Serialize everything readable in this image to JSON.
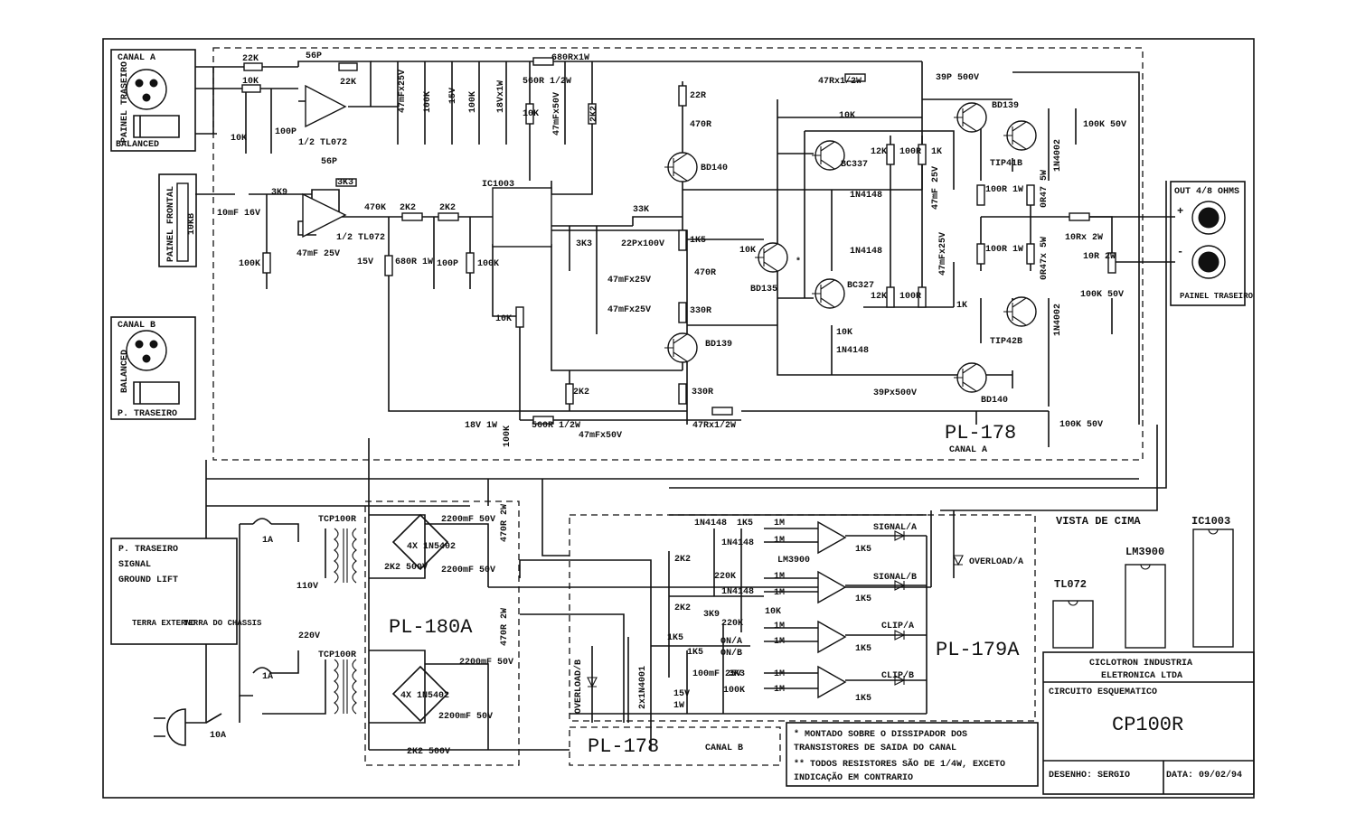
{
  "panels": {
    "canal_a_title": "CANAL A",
    "canal_a_side": "PAINEL TRASEIRO",
    "canal_a_balanced": "BALANCED",
    "frontal": "PAINEL FRONTAL",
    "frontal_pot": "10KB",
    "canal_b_title": "CANAL B",
    "canal_b_balanced": "BALANCED",
    "canal_b_bottom": "P. TRASEIRO",
    "ground_lines": [
      "P. TRASEIRO",
      "SIGNAL",
      "GROUND LIFT"
    ],
    "terra_externo": "TERRA EXTERNO",
    "terra_chassis": "TERRA DO CHASSIS",
    "out_title": "OUT 4/8 OHMS",
    "out_plus": "+",
    "out_minus": "-",
    "out_bottom": "PAINEL TRASEIRO"
  },
  "boards": {
    "pl178_a": "PL-178",
    "canal_a": "CANAL A",
    "pl180a": "PL-180A",
    "pl179a": "PL-179A",
    "pl178_b": "PL-178",
    "canal_b": "CANAL B"
  },
  "parts": {
    "r22k": "22K",
    "r22k_b": "22K",
    "c56p": "56P",
    "c56p_b": "56P",
    "r10k_in": "10K",
    "r10k_v": "10K",
    "c100p": "100P",
    "op_a": "1/2 TL072",
    "op_b": "1/2 TL072",
    "r3k9": "3K9",
    "r3k3": "3K3",
    "c10mf": "10mF 16V",
    "r470k": "470K",
    "r2k2_a": "2K2",
    "r2k2_b": "2K2",
    "c47mf25": "47mF 25V",
    "r100k_a": "100K",
    "r100k_b": "100K",
    "z15v": "15V",
    "r680": "680R 1W",
    "c100p_b": "100P",
    "r100k_c": "100K",
    "c47mf25v": "47mFx25V",
    "r100k_d": "100K",
    "z15v_b": "15V",
    "r100k_e": "100K",
    "z18v": "18Vx1W",
    "r680x1w": "680Rx1W",
    "r560": "560R 1/2W",
    "r10k_ic": "10K",
    "c47mf50": "47mFx50V",
    "r2k2_v": "2K2",
    "ic": "IC1003",
    "r22r": "22R",
    "r470r": "470R",
    "q_bd140": "BD140",
    "r33k": "33K",
    "c22p": "22Px100V",
    "c47a": "47mFx25V",
    "c47b": "47mFx25V",
    "r1k5": "1K5",
    "r470r_b": "470R",
    "r330a": "330R",
    "q_bd139": "BD139",
    "r330b": "330R",
    "r2k2_low": "2K2",
    "r10k_low": "10K",
    "z18v_low": "18V 1W",
    "r100k_low": "100K",
    "r560_low": "560R 1/2W",
    "c47_low": "47mFx50V",
    "r47_low": "47Rx1/2W",
    "r10k_bd135": "10K",
    "q_bd135": "BD135",
    "star": "*",
    "r47_top": "47Rx1/2W",
    "c39p": "39P 500V",
    "r10k_top": "10K",
    "q_bc337": "BC337",
    "r12k_a": "12K",
    "r100r_a": "100R",
    "r1k_a": "1K",
    "d1n4148_a": "1N4148",
    "c47_25_a": "47mF 25V",
    "d1n4148_b": "1N4148",
    "c47_25_b": "47mFx25V",
    "q_bc327": "BC327",
    "r12k_b": "12K",
    "r100r_b": "100R",
    "r1k_b": "1K",
    "c10k_b": "10K",
    "d1n4148_c": "1N4148",
    "c39p_low": "39Px500V",
    "q_bd140_low": "BD140",
    "q_bd139_top": "BD139",
    "q_tip41b": "TIP41B",
    "d1n4002_a": "1N4002",
    "c100k_a": "100K 50V",
    "r100r_1w_a": "100R 1W",
    "r047": "0R47 5W",
    "l10r": "10Rx 2W",
    "r100r_1w_b": "100R 1W",
    "r047_b": "0R47x 5W",
    "r10r_2w": "10R 2W",
    "c100k_b": "100K 50V",
    "q_tip42b": "TIP42B",
    "d1n4002_b": "1N4002",
    "c100k_c": "100K 50V"
  },
  "power": {
    "tcp_a": "TCP100R",
    "tcp_b": "TCP100R",
    "fuse_a": "1A",
    "fuse_b": "1A",
    "fuse_main": "10A",
    "v110": "110V",
    "v220": "220V",
    "bridge_a": "4X 1N5402",
    "bridge_b": "4X 1N5402",
    "c2200_a": "2200mF 50V",
    "c2200_b": "2200mF 50V",
    "c2200_c": "2200mF 50V",
    "c2200_d": "2200mF 50V",
    "c2k2_a": "2K2 500V",
    "c2k2_b": "2K2 500V",
    "r470r_2w_a": "470R 2W",
    "r470r_2w_b": "470R 2W"
  },
  "indicators": {
    "d1n4148_a": "1N4148",
    "r1k5_a": "1K5",
    "d1n4148_b": "1N4148",
    "r1m_a": "1M",
    "r1m_b": "1M",
    "r2k2_a": "2K2",
    "r220k": "220K",
    "lm3900": "LM3900",
    "r1m_c": "1M",
    "r1m_d": "1M",
    "d1n4148_c": "1N4148",
    "r2k2_b": "2K2",
    "r3k9": "3K9",
    "r220k_b": "220K",
    "r10k": "10K",
    "r1m_e": "1M",
    "r1m_f": "1M",
    "r1k5_b": "1K5",
    "r1k5_c": "1K5",
    "led_ona": "ON/A",
    "led_onb": "ON/B",
    "d15v": "15V",
    "d1w": "1W",
    "c100mf": "100mF 25V",
    "r3k3": "3K3",
    "r100k": "100K",
    "d2x1n4001": "2x1N4001",
    "r1m_g": "1M",
    "r1m_h": "1M",
    "signal_a": "SIGNAL/A",
    "signal_b": "SIGNAL/B",
    "clip_a": "CLIP/A",
    "clip_b": "CLIP/B",
    "overload_a": "OVERLOAD/A",
    "overload_b": "OVERLOAD/B",
    "r1k5_sa": "1K5",
    "r1k5_sb": "1K5",
    "r1k5_ca": "1K5",
    "r1k5_cb": "1K5"
  },
  "notes": {
    "n1": "* MONTADO SOBRE O DISSIPADOR DOS",
    "n1b": "TRANSISTORES DE SAIDA DO CANAL",
    "n2": "** TODOS RESISTORES SÃO DE 1/4W, EXCETO",
    "n2b": "INDICAÇÃO EM CONTRARIO"
  },
  "pinout": {
    "title": "VISTA DE CIMA",
    "ic1003": "IC1003",
    "lm3900": "LM3900",
    "tl072": "TL072"
  },
  "title_block": {
    "company_1": "CICLOTRON INDUSTRIA",
    "company_2": "ELETRONICA LTDA",
    "drawing": "CIRCUITO ESQUEMATICO",
    "model": "CP100R",
    "drawn_by": "DESENHO: SERGIO",
    "date": "DATA: 09/02/94"
  }
}
